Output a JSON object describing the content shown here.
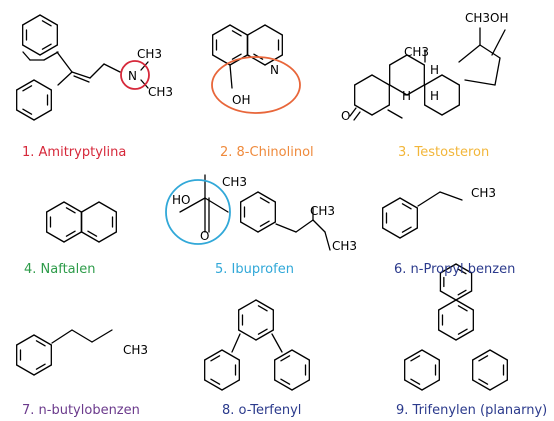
{
  "molecules": [
    {
      "id": "1",
      "caption": "1. Amitryptylina",
      "color": "#d6283a",
      "atoms": [
        "N",
        "CH3",
        "CH3"
      ],
      "highlight": "#d6283a"
    },
    {
      "id": "2",
      "caption": "2. 8-Chinolinol",
      "color": "#ef8a3c",
      "atoms": [
        "N",
        "OH"
      ],
      "highlight": "#e8663a"
    },
    {
      "id": "3",
      "caption": "3. Testosteron",
      "color": "#f2b63a",
      "atoms": [
        "CH3",
        "OH",
        "CH3",
        "H",
        "H",
        "H",
        "O"
      ]
    },
    {
      "id": "4",
      "caption": "4. Naftalen",
      "color": "#2e9c4a",
      "atoms": []
    },
    {
      "id": "5",
      "caption": "5. Ibuprofen",
      "color": "#31a8d8",
      "atoms": [
        "CH3",
        "HO",
        "O",
        "CH3",
        "CH3"
      ],
      "highlight": "#31a8d8"
    },
    {
      "id": "6",
      "caption": "6. n-Propyl benzen",
      "color": "#2b3a8c",
      "atoms": [
        "CH3"
      ]
    },
    {
      "id": "7",
      "caption": "7. n-butylobenzen",
      "color": "#6b3a8c",
      "atoms": [
        "CH3"
      ]
    },
    {
      "id": "8",
      "caption": "8. o-Terfenyl",
      "color": "#2b3a8c",
      "atoms": []
    },
    {
      "id": "9",
      "caption": "9. Trifenylen (planarny)",
      "color": "#2b3a8c",
      "atoms": []
    }
  ]
}
